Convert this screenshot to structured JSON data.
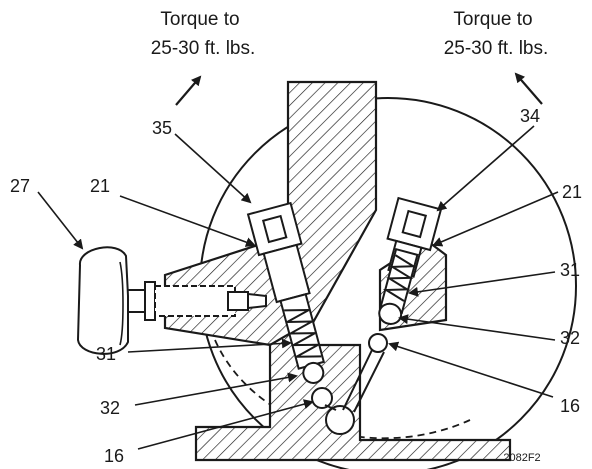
{
  "torque_left": {
    "line1": "Torque to",
    "line2": "25-30 ft. lbs."
  },
  "torque_right": {
    "line1": "Torque to",
    "line2": "25-30 ft. lbs."
  },
  "callouts": {
    "c35": "35",
    "c34": "34",
    "c27": "27",
    "c21_left": "21",
    "c21_right": "21",
    "c31_left": "31",
    "c31_right": "31",
    "c32_left": "32",
    "c32_right": "32",
    "c16_left": "16",
    "c16_right": "16"
  },
  "figure_code": "2082F2"
}
